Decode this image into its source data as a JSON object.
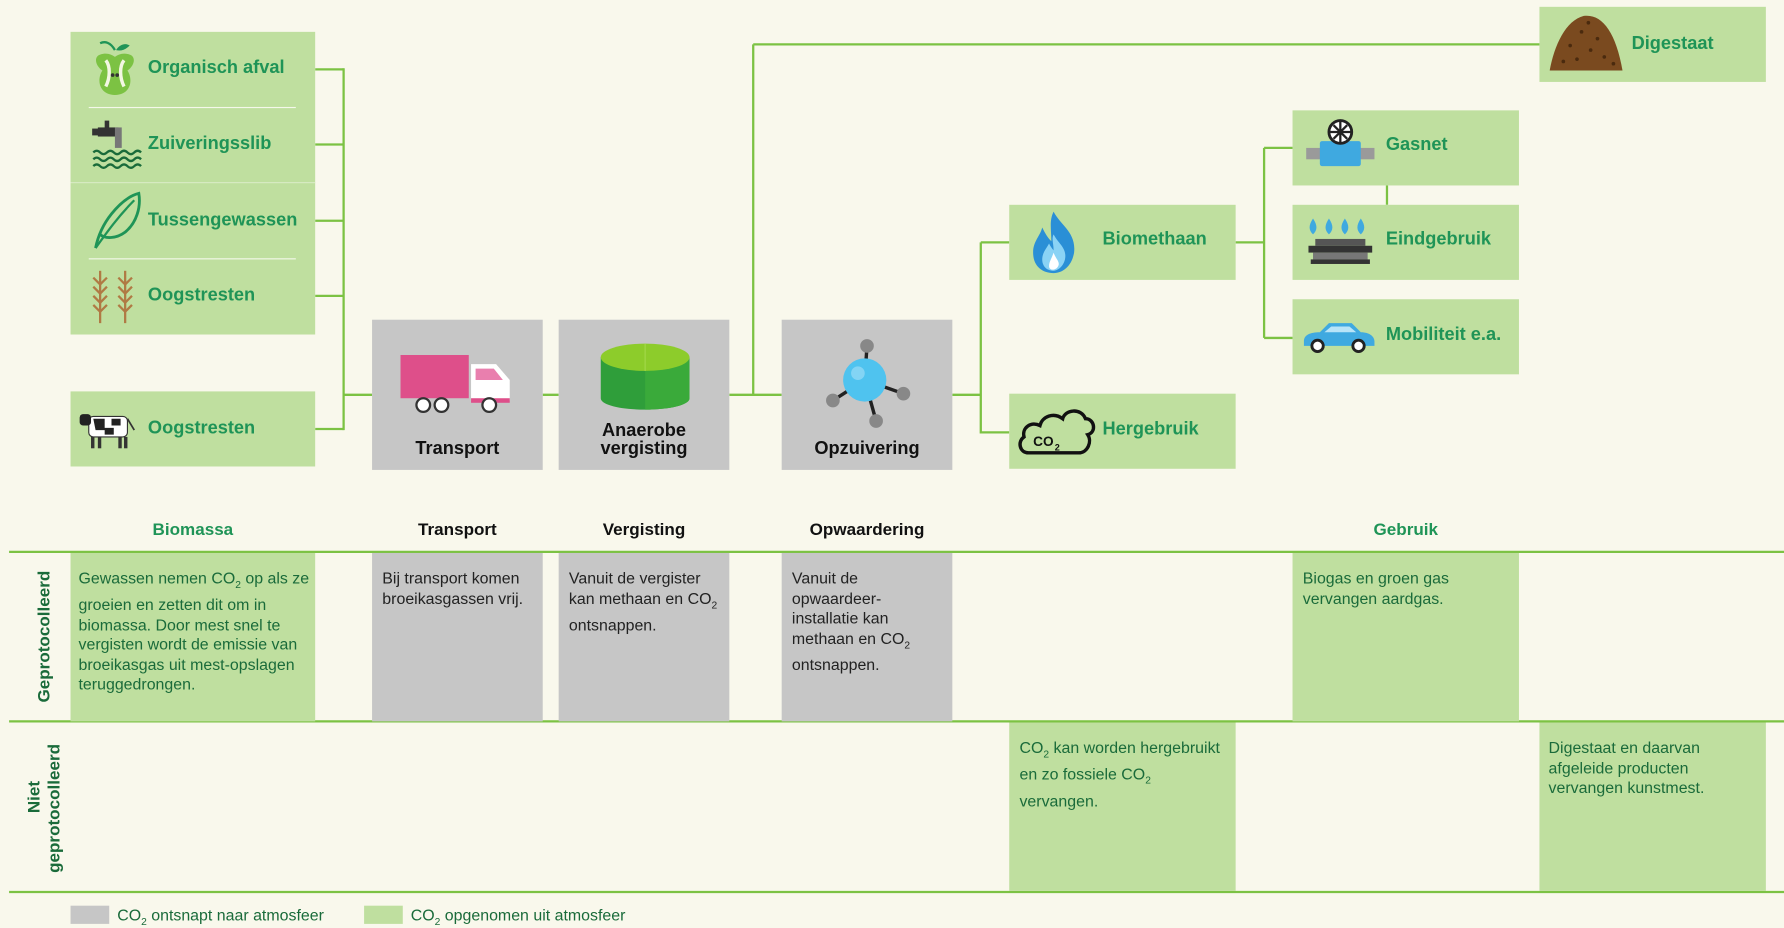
{
  "inputs": {
    "organisch_afval": "Organisch afval",
    "zuiveringsslib": "Zuiveringsslib",
    "tussengewassen": "Tussengewassen",
    "oogstresten_1": "Oogstresten",
    "oogstresten_2": "Oogstresten"
  },
  "stages": {
    "transport": "Transport",
    "vergisting_l1": "Anaerobe",
    "vergisting_l2": "vergisting",
    "opzuivering": "Opzuivering"
  },
  "outputs": {
    "digestaat": "Digestaat",
    "biomethaan": "Biomethaan",
    "hergebruik": "Hergebruik",
    "gasnet": "Gasnet",
    "eindgebruik": "Eindgebruik",
    "mobiliteit": "Mobiliteit e.a."
  },
  "headers": {
    "biomassa": "Biomassa",
    "transport": "Transport",
    "vergisting": "Vergisting",
    "opwaardering": "Opwaardering",
    "gebruik": "Gebruik"
  },
  "rows": {
    "geprotocolleerd": "Geprotocolleerd",
    "niet_l1": "Niet",
    "niet_l2": "geprotocolleerd"
  },
  "notes": {
    "biomassa": [
      "Gewassen nemen CO",
      "2",
      " op als ze groeien en zetten dit om in biomassa. Door mest snel te vergisten wordt de emissie van broeikasgas uit mest-opslagen teruggedrongen."
    ],
    "transport": "Bij transport komen broeikasgassen vrij.",
    "vergisting": [
      "Vanuit de vergister kan methaan en CO",
      "2",
      " ontsnappen."
    ],
    "opwaardering": [
      "Vanuit de opwaardeer-installatie kan methaan en CO",
      "2",
      " ontsnappen."
    ],
    "gebruik": "Biogas en groen gas vervangen aardgas.",
    "hergebruik": [
      "CO",
      "2",
      " kan worden hergebruikt en zo fossiele CO",
      "2",
      " vervangen."
    ],
    "digestaat": "Digestaat en daarvan afgeleide producten vervangen kunstmest."
  },
  "legend": {
    "grey": [
      "CO",
      "2",
      " ontsnapt naar atmosfeer"
    ],
    "green": [
      "CO",
      "2",
      " opgenomen uit atmosfeer"
    ]
  },
  "icons": {
    "co2_cloud_text": "CO",
    "co2_cloud_sub": "2"
  },
  "colors": {
    "background": "#f9f8ec",
    "green_box": "#bfdf9f",
    "grey_box": "#c6c6c6",
    "line": "#7cc243",
    "label_green": "#1f9457",
    "text_dark_green": "#1a6b3a"
  }
}
